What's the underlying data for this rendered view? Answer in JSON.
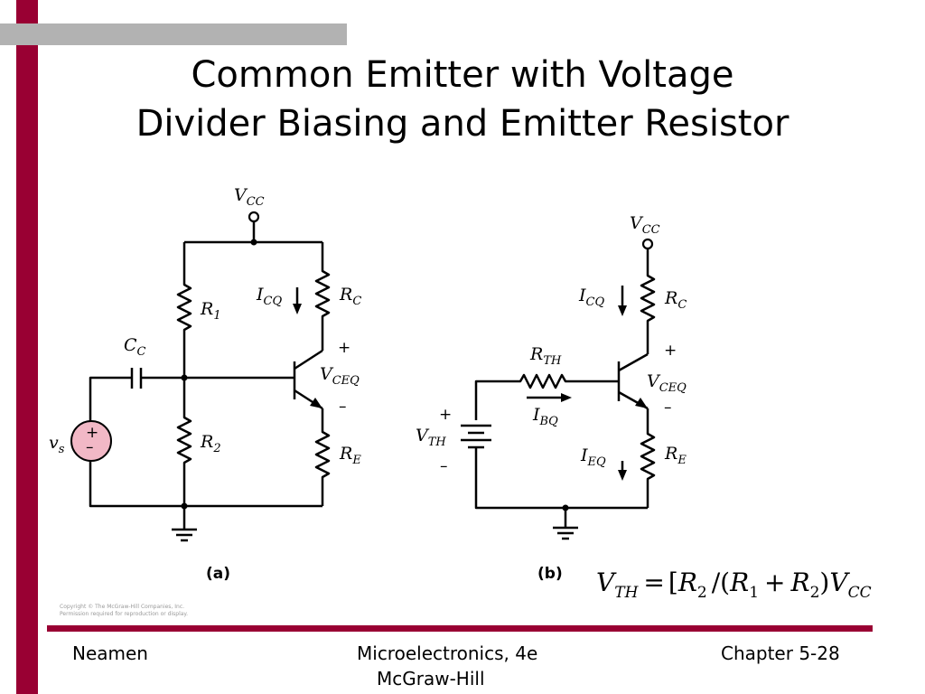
{
  "slide": {
    "title_line1": "Common Emitter with Voltage",
    "title_line2": "Divider Biasing and Emitter Resistor",
    "copyright_line1": "Copyright © The McGraw-Hill Companies, Inc.",
    "copyright_line2": "Permission required for reproduction or display."
  },
  "footer": {
    "left": "Neamen",
    "center_line1": "Microelectronics, 4e",
    "center_line2": "McGraw-Hill",
    "right": "Chapter 5-28"
  },
  "figure_a": {
    "caption": "(a)",
    "vcc": {
      "main": "V",
      "sub": "CC"
    },
    "r1": {
      "main": "R",
      "sub": "1"
    },
    "r2": {
      "main": "R",
      "sub": "2"
    },
    "rc": {
      "main": "R",
      "sub": "C"
    },
    "re": {
      "main": "R",
      "sub": "E"
    },
    "cc": {
      "main": "C",
      "sub": "C"
    },
    "icq": {
      "main": "I",
      "sub": "CQ"
    },
    "vceq": {
      "main": "V",
      "sub": "CEQ"
    },
    "vs": {
      "main": "v",
      "sub": "s"
    },
    "plus": "+",
    "minus": "–"
  },
  "figure_b": {
    "caption": "(b)",
    "vcc": {
      "main": "V",
      "sub": "CC"
    },
    "rth": {
      "main": "R",
      "sub": "TH"
    },
    "vth": {
      "main": "V",
      "sub": "TH"
    },
    "rc": {
      "main": "R",
      "sub": "C"
    },
    "re": {
      "main": "R",
      "sub": "E"
    },
    "icq": {
      "main": "I",
      "sub": "CQ"
    },
    "ibq": {
      "main": "I",
      "sub": "BQ"
    },
    "ieq": {
      "main": "I",
      "sub": "EQ"
    },
    "vceq": {
      "main": "V",
      "sub": "CEQ"
    },
    "plus": "+",
    "minus": "–"
  },
  "equation": {
    "lhs": {
      "main": "V",
      "sub": "TH"
    },
    "eq": "=",
    "open": "[",
    "r2": {
      "main": "R",
      "sub": "2"
    },
    "slash": "/(",
    "r1": {
      "main": "R",
      "sub": "1"
    },
    "plus": "+",
    "r2b": {
      "main": "R",
      "sub": "2"
    },
    "close": ")",
    "vcc": {
      "main": "V",
      "sub": "CC"
    }
  },
  "colors": {
    "accent_bar": "#990033",
    "gray_bar": "#b2b2b2",
    "source_fill": "#f2b8c6"
  }
}
